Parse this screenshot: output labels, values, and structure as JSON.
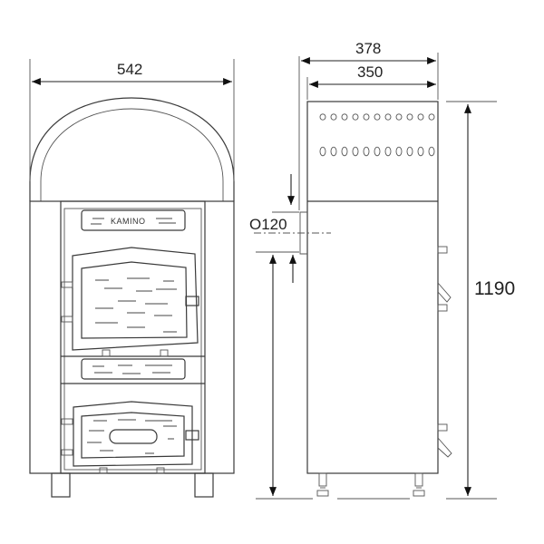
{
  "front_view": {
    "brand_plate": "KAMINO",
    "width_dimension": "542"
  },
  "side_view": {
    "outer_depth_dimension": "378",
    "inner_depth_dimension": "350",
    "flue_diameter_dimension": "O120",
    "height_dimension": "1190",
    "vent_holes_per_row": 11,
    "vent_rows": 2
  }
}
